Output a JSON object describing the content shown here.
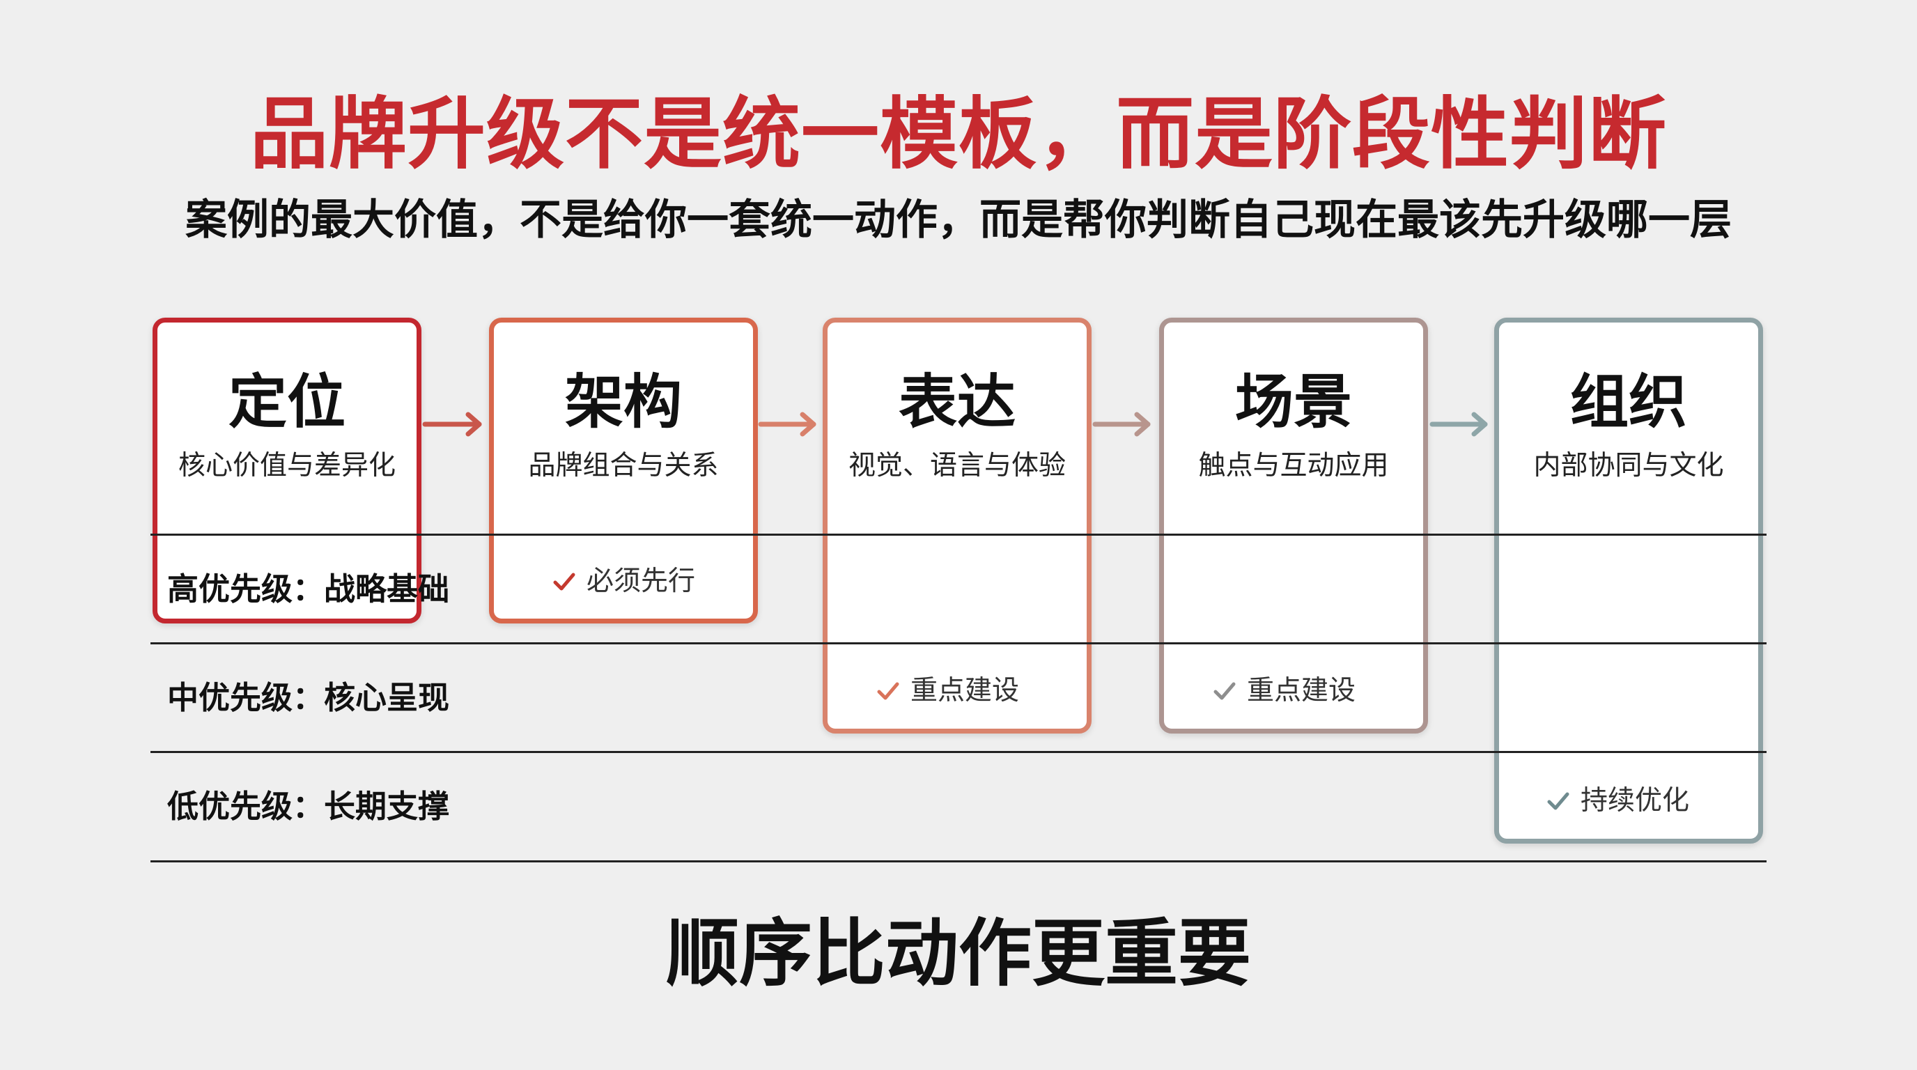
{
  "title": "品牌升级不是统一模板，而是阶段性判断",
  "subtitle": "案例的最大价值，不是给你一套统一动作，而是帮你判断自己现在最该先升级哪一层",
  "stages": [
    {
      "name": "定位",
      "desc": "核心价值与差异化",
      "color": "#c3272f"
    },
    {
      "name": "架构",
      "desc": "品牌组合与关系",
      "color": "#d8674b"
    },
    {
      "name": "表达",
      "desc": "视觉、语言与体验",
      "color": "#d9836c"
    },
    {
      "name": "场景",
      "desc": "触点与互动应用",
      "color": "#ad9591"
    },
    {
      "name": "组织",
      "desc": "内部协同与文化",
      "color": "#8fa2a5"
    }
  ],
  "arrows": [
    {
      "icon": "arrow-right-icon",
      "color": "#c9574b"
    },
    {
      "icon": "arrow-right-icon",
      "color": "#d8806a"
    },
    {
      "icon": "arrow-right-icon",
      "color": "#b8958d"
    },
    {
      "icon": "arrow-right-icon",
      "color": "#8ea6a8"
    }
  ],
  "priorities": [
    {
      "label": "高优先级：战略基础"
    },
    {
      "label": "中优先级：核心呈现"
    },
    {
      "label": "低优先级：长期支撑"
    }
  ],
  "marks": [
    {
      "icon": "check-icon",
      "text": "必须先行",
      "color": "#c4392e"
    },
    {
      "icon": "check-icon",
      "text": "重点建设",
      "color": "#d9735a"
    },
    {
      "icon": "check-icon",
      "text": "重点建设",
      "color": "#8e8e8e"
    },
    {
      "icon": "check-icon",
      "text": "持续优化",
      "color": "#6f8b8f"
    }
  ],
  "footer": "顺序比动作更重要",
  "colors": {
    "title": "#c62a2f",
    "background": "#efefef",
    "text": "#111111",
    "divider": "#222222"
  }
}
